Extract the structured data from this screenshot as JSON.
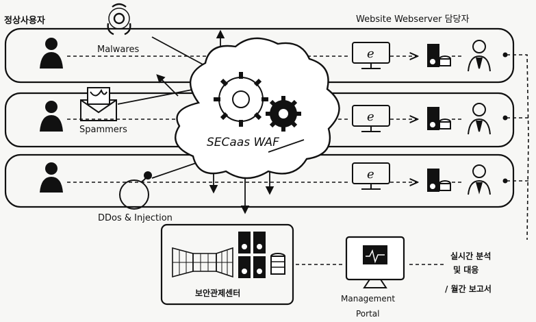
{
  "labels": {
    "normal_user": "정상사용자",
    "operator": "Website Webserver 담당자",
    "malwares": "Malwares",
    "spammers": "Spammers",
    "ddos": "DDos & Injection",
    "waf": "SECaas WAF",
    "security_center": "보안관제센터",
    "management": "Management",
    "portal": "Portal",
    "realtime_1": "실시간 분석",
    "realtime_2": "및 대응",
    "report": "/ 월간 보고서"
  },
  "icons": {
    "user": "person-icon",
    "malware": "biohazard-icon",
    "spam": "envelope-icon",
    "ddos": "bomb-icon",
    "monitor": "ie-monitor-icon",
    "server": "server-db-icon",
    "admin": "admin-person-icon",
    "gear": "gear-icon",
    "mgmt": "management-monitor-icon"
  }
}
